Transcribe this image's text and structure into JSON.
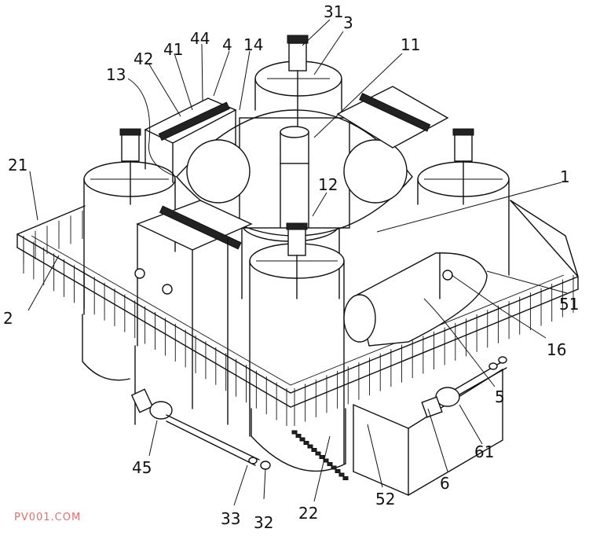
{
  "labels": [
    {
      "id": "1",
      "text": "1"
    },
    {
      "id": "2",
      "text": "2"
    },
    {
      "id": "3",
      "text": "3"
    },
    {
      "id": "4",
      "text": "4"
    },
    {
      "id": "5",
      "text": "5"
    },
    {
      "id": "6",
      "text": "6"
    },
    {
      "id": "11",
      "text": "11"
    },
    {
      "id": "12",
      "text": "12"
    },
    {
      "id": "13",
      "text": "13"
    },
    {
      "id": "14",
      "text": "14"
    },
    {
      "id": "16",
      "text": "16"
    },
    {
      "id": "21",
      "text": "21"
    },
    {
      "id": "22",
      "text": "22"
    },
    {
      "id": "31",
      "text": "31"
    },
    {
      "id": "32",
      "text": "32"
    },
    {
      "id": "33",
      "text": "33"
    },
    {
      "id": "41",
      "text": "41"
    },
    {
      "id": "42",
      "text": "42"
    },
    {
      "id": "44",
      "text": "44"
    },
    {
      "id": "45",
      "text": "45"
    },
    {
      "id": "51",
      "text": "51"
    },
    {
      "id": "52",
      "text": "52"
    },
    {
      "id": "61",
      "text": "61"
    }
  ],
  "watermark": "PV001.COM"
}
